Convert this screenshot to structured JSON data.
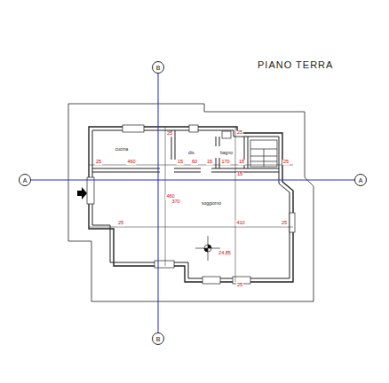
{
  "diagram": {
    "title": "PIANO TERRA",
    "nodes": [
      {
        "text": [
          "B"
        ]
      },
      {
        "text": [
          "A"
        ]
      },
      {
        "text": [
          "A"
        ]
      },
      {
        "text": [
          "B"
        ]
      }
    ],
    "edges": [
      {
        "from": 1,
        "to": 2,
        "arrow": "none"
      },
      {
        "from": 0,
        "to": 3,
        "arrow": "none"
      }
    ],
    "labels": [
      "cucina",
      "dis.",
      "bagno",
      "soggiorno",
      "24,85",
      "25",
      "460",
      "15",
      "60",
      "15",
      "170",
      "15",
      "25",
      "25",
      "460",
      "25",
      "15",
      "410",
      "25",
      "25",
      "370",
      "25"
    ]
  }
}
